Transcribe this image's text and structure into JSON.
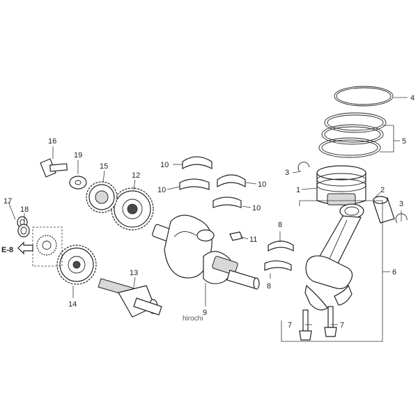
{
  "callouts": {
    "c1": "1",
    "c2": "2",
    "c3a": "3",
    "c3b": "3",
    "c4": "4",
    "c5": "5",
    "c6": "6",
    "c7a": "7",
    "c7b": "7",
    "c8a": "8",
    "c8b": "8",
    "c9": "9",
    "c10a": "10",
    "c10b": "10",
    "c10c": "10",
    "c10d": "10",
    "c11": "11",
    "c12": "12",
    "c13": "13",
    "c14": "14",
    "c15": "15",
    "c16": "16",
    "c17": "17",
    "c18": "18",
    "c19": "19"
  },
  "reference_label": "E-8",
  "watermark": "hirochi"
}
